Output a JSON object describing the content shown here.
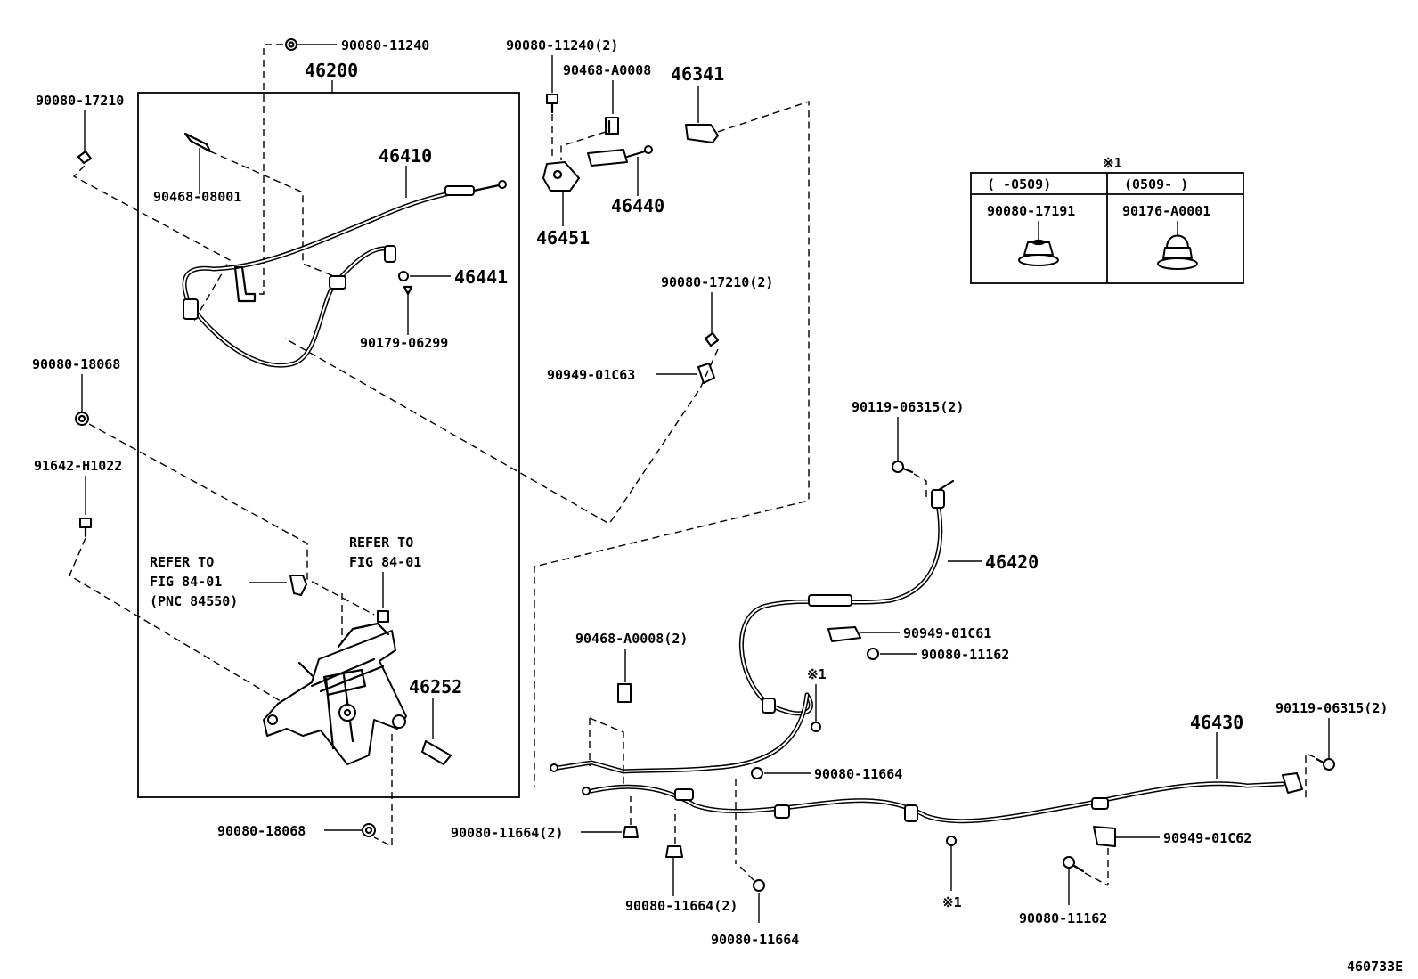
{
  "diagram_id": "460733E",
  "assembly_label": "46200",
  "callouts": {
    "c_90080_11240_top": "90080-11240",
    "c_46200": "46200",
    "c_90080_17210_a": "90080-17210",
    "c_90468_08001": "90468-08001",
    "c_46410": "46410",
    "c_46441": "46441",
    "c_90179_06299": "90179-06299",
    "c_90080_18068_a": "90080-18068",
    "c_91642_h1022": "91642-H1022",
    "c_refer1_l1": "REFER TO",
    "c_refer1_l2": "FIG 84-01",
    "c_refer1_l3": "(PNC 84550)",
    "c_refer2_l1": "REFER TO",
    "c_refer2_l2": "FIG 84-01",
    "c_46252": "46252",
    "c_90080_18068_b": "90080-18068",
    "c_90080_11240_2": "90080-11240(2)",
    "c_90468_a0008": "90468-A0008",
    "c_46341": "46341",
    "c_46440": "46440",
    "c_46451": "46451",
    "c_90080_17210_2": "90080-17210(2)",
    "c_90949_01c63": "90949-01C63",
    "c_90119_06315_a": "90119-06315(2)",
    "c_46420": "46420",
    "c_90949_01c61": "90949-01C61",
    "c_90080_11162_a": "90080-11162",
    "c_note1_a": "※1",
    "c_90468_a0008_2": "90468-A0008(2)",
    "c_90080_11664_a": "90080-11664",
    "c_90080_11664_2a": "90080-11664(2)",
    "c_90080_11664_2b": "90080-11664(2)",
    "c_90080_11664_b": "90080-11664",
    "c_note1_b": "※1",
    "c_46430": "46430",
    "c_90119_06315_b": "90119-06315(2)",
    "c_90949_01c62": "90949-01C62",
    "c_90080_11162_b": "90080-11162"
  },
  "note_table": {
    "marker": "※1",
    "col1_header": "(     -0509)",
    "col2_header": "(0509-     )",
    "col1_part": "90080-17191",
    "col2_part": "90176-A0001"
  }
}
